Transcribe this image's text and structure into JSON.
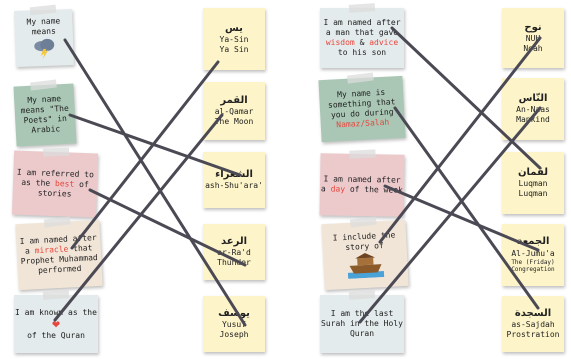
{
  "left_panel": {
    "clues": [
      {
        "pre": "My name means",
        "hl": "",
        "post": "",
        "icon": "storm-cloud"
      },
      {
        "pre": "My name means \"The Poets\" in Arabic",
        "hl": "",
        "post": ""
      },
      {
        "pre": "I am referred to as the",
        "hl": "best",
        "post": "of stories"
      },
      {
        "pre": "I am named after a",
        "hl": "miracle",
        "post": "that Prophet Muhammad performed"
      },
      {
        "pre": "I am known as the",
        "hl": "",
        "post": "of the Quran",
        "icon": "heart"
      }
    ],
    "answers": [
      {
        "arabic": "يس",
        "line1": "Ya-Sin",
        "line2": "Ya Sin"
      },
      {
        "arabic": "القمر",
        "line1": "al-Qamar",
        "line2": "The Moon"
      },
      {
        "arabic": "الشعراء",
        "line1": "ash-Shu'ara'",
        "line2": ""
      },
      {
        "arabic": "الرعد",
        "line1": "ar-Ra'd",
        "line2": "Thunder"
      },
      {
        "arabic": "يوسف",
        "line1": "Yusuf",
        "line2": "Joseph"
      }
    ]
  },
  "right_panel": {
    "clues": [
      {
        "pre": "I am named after a man that gave",
        "hl": "wisdom",
        "mid": "&",
        "hl2": "advice",
        "post": "to his son"
      },
      {
        "pre": "My name is something that you do during",
        "hl": "Namaz/Salah",
        "post": ""
      },
      {
        "pre": "I am named after a",
        "hl": "day",
        "post": "of the week"
      },
      {
        "pre": "I include the story of",
        "hl": "",
        "post": "",
        "icon": "ark"
      },
      {
        "pre": "I am the last Surah in the Holy Quran",
        "hl": "",
        "post": ""
      }
    ],
    "answers": [
      {
        "arabic": "نوح",
        "line1": "NUH",
        "line2": "Noah",
        "small": ""
      },
      {
        "arabic": "النّاس",
        "line1": "An-Naas",
        "line2": "Mankind",
        "small": ""
      },
      {
        "arabic": "لقمان",
        "line1": "Luqman",
        "line2": "Luqman",
        "small": ""
      },
      {
        "arabic": "الجمعة",
        "line1": "Al-Jumu'a",
        "line2": "",
        "small": "The (Friday) Congregation"
      },
      {
        "arabic": "السجدة",
        "line1": "as-Sajdah",
        "line2": "Prostration",
        "small": ""
      }
    ]
  },
  "colors": {
    "answer_card": "#fdf5c9",
    "line": "#4b4954",
    "highlight": "#e8453c"
  }
}
